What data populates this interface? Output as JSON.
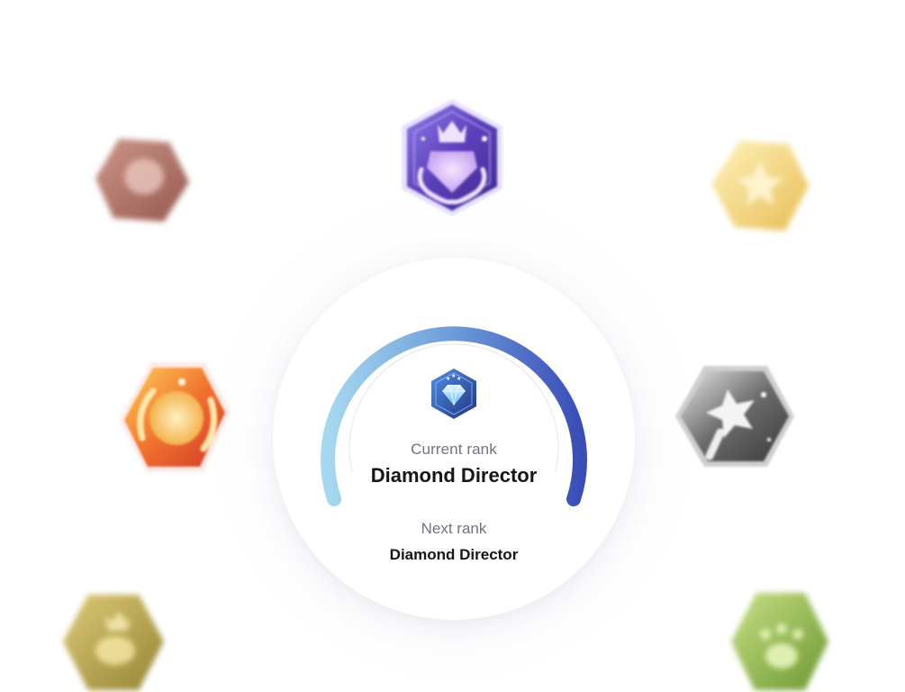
{
  "ranks": {
    "current_label": "Current rank",
    "current_value": "Diamond Director",
    "next_label": "Next rank",
    "next_value": "Diamond Director"
  },
  "badges": [
    {
      "name": "purple-crown-gem",
      "icon": "crown-gem-laurel-icon"
    },
    {
      "name": "copper-blurred",
      "icon": "blurred-gem-icon"
    },
    {
      "name": "gold-blurred",
      "icon": "blurred-star-icon"
    },
    {
      "name": "red-gold-laurel",
      "icon": "laurel-globe-icon"
    },
    {
      "name": "silver-star",
      "icon": "star-wand-icon"
    },
    {
      "name": "olive-blurred",
      "icon": "blurred-trophy-icon"
    },
    {
      "name": "green-blurred",
      "icon": "blurred-paw-icon"
    },
    {
      "name": "diamond-rank",
      "icon": "diamond-icon"
    }
  ],
  "colors": {
    "arc_start": "#9fd3ef",
    "arc_end": "#3b4fb8",
    "purple": "#6b4fc9",
    "copper": "#a85b4f",
    "gold": "#f0c85a",
    "red_gold": "#e2542e",
    "silver": "#8f8f8f",
    "olive": "#b9a43e",
    "green": "#8dbb3a"
  }
}
